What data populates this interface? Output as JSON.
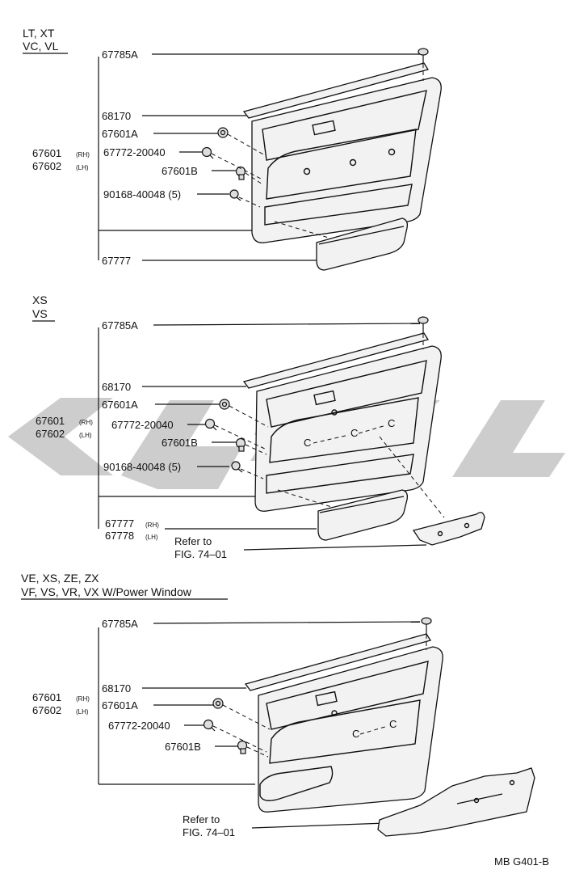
{
  "sections": [
    {
      "header_line1": "LT, XT",
      "header_line2": "VC, VL",
      "labels": {
        "clip": "67785A",
        "weatherstrip": "68170",
        "grommet": "67601A",
        "screw": "67772-20040",
        "clip_b": "67601B",
        "fastener": "90168-40048 (5)",
        "board_rh": "67601",
        "board_lh": "67602",
        "pocket": "67777"
      },
      "rh": "(RH)",
      "lh": "(LH)"
    },
    {
      "header_line1": "XS",
      "header_line2": "VS",
      "labels": {
        "clip": "67785A",
        "weatherstrip": "68170",
        "grommet": "67601A",
        "screw": "67772-20040",
        "clip_b": "67601B",
        "fastener": "90168-40048 (5)",
        "board_rh": "67601",
        "board_lh": "67602",
        "pocket_rh": "67777",
        "pocket_lh": "67778",
        "refer_line1": "Refer to",
        "refer_line2": "FIG. 74–01"
      },
      "rh": "(RH)",
      "lh": "(LH)"
    },
    {
      "header_line1": "VE, XS, ZE, ZX",
      "header_line2": "VF, VS, VR, VX W/Power Window",
      "labels": {
        "clip": "67785A",
        "weatherstrip": "68170",
        "grommet": "67601A",
        "screw": "67772-20040",
        "clip_b": "67601B",
        "board_rh": "67601",
        "board_lh": "67602",
        "refer_line1": "Refer to",
        "refer_line2": "FIG. 74–01"
      },
      "rh": "(RH)",
      "lh": "(LH)"
    }
  ],
  "footer_code": "MB G401-B"
}
